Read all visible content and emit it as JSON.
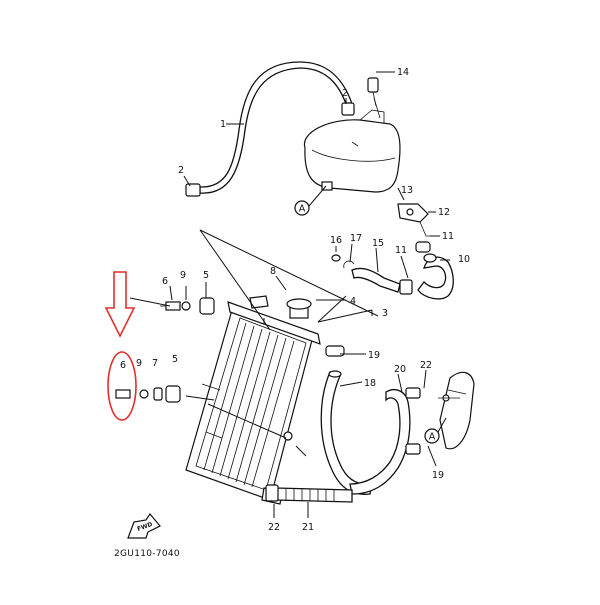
{
  "diagram": {
    "code": "2GU110-7040",
    "fwd_label": "FWD",
    "connector_label": "A",
    "callouts": [
      {
        "id": "c1",
        "text": "1"
      },
      {
        "id": "c2a",
        "text": "2"
      },
      {
        "id": "c2b",
        "text": "2"
      },
      {
        "id": "c3",
        "text": "3"
      },
      {
        "id": "c4",
        "text": "4"
      },
      {
        "id": "c5a",
        "text": "5"
      },
      {
        "id": "c5b",
        "text": "5"
      },
      {
        "id": "c6a",
        "text": "6"
      },
      {
        "id": "c6b",
        "text": "6"
      },
      {
        "id": "c7",
        "text": "7"
      },
      {
        "id": "c8",
        "text": "8"
      },
      {
        "id": "c9a",
        "text": "9"
      },
      {
        "id": "c9b",
        "text": "9"
      },
      {
        "id": "c10",
        "text": "10"
      },
      {
        "id": "c11a",
        "text": "11"
      },
      {
        "id": "c11b",
        "text": "11"
      },
      {
        "id": "c12",
        "text": "12"
      },
      {
        "id": "c13",
        "text": "13"
      },
      {
        "id": "c14",
        "text": "14"
      },
      {
        "id": "c15",
        "text": "15"
      },
      {
        "id": "c16",
        "text": "16"
      },
      {
        "id": "c17",
        "text": "17"
      },
      {
        "id": "c18",
        "text": "18"
      },
      {
        "id": "c19a",
        "text": "19"
      },
      {
        "id": "c19b",
        "text": "19"
      },
      {
        "id": "c20",
        "text": "20"
      },
      {
        "id": "c21",
        "text": "21"
      },
      {
        "id": "c22a",
        "text": "22"
      },
      {
        "id": "c22b",
        "text": "22"
      }
    ],
    "highlight_color": "#e0302a",
    "line_color": "#111111"
  }
}
